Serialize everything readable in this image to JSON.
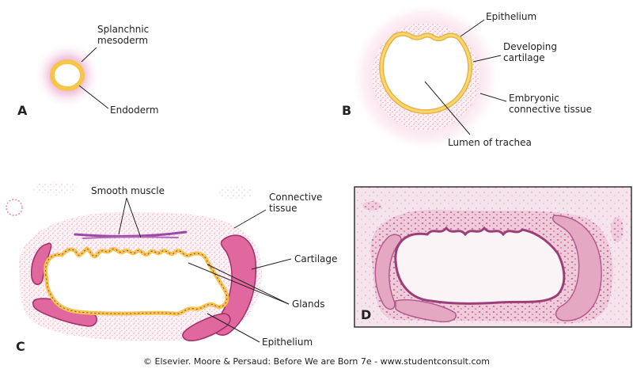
{
  "labels": {
    "splanchnic_mesoderm": "Splanchnic\nmesoderm",
    "endoderm": "Endoderm",
    "epithelium_b": "Epithelium",
    "developing_cartilage": "Developing\ncartilage",
    "embryonic_connective_tissue": "Embryonic\nconnective tissue",
    "lumen_of_trachea": "Lumen of trachea",
    "smooth_muscle": "Smooth muscle",
    "connective_tissue": "Connective\ntissue",
    "cartilage": "Cartilage",
    "glands": "Glands",
    "epithelium_c": "Epithelium"
  },
  "panels": {
    "a": "A",
    "b": "B",
    "c": "C",
    "d": "D"
  },
  "copyright": "© Elsevier. Moore & Persaud: Before We are Born 7e - www.studentconsult.com",
  "colors": {
    "mesoderm_glow": "#d9479c",
    "endoderm_yellow": "#f7c54a",
    "cartilage_pink": "#e0689f",
    "stipple": "#e88aa6",
    "muscle_purple": "#9a4aa5",
    "histology_bg": "#f6e4ec",
    "histology_tissue": "#c8709a"
  }
}
